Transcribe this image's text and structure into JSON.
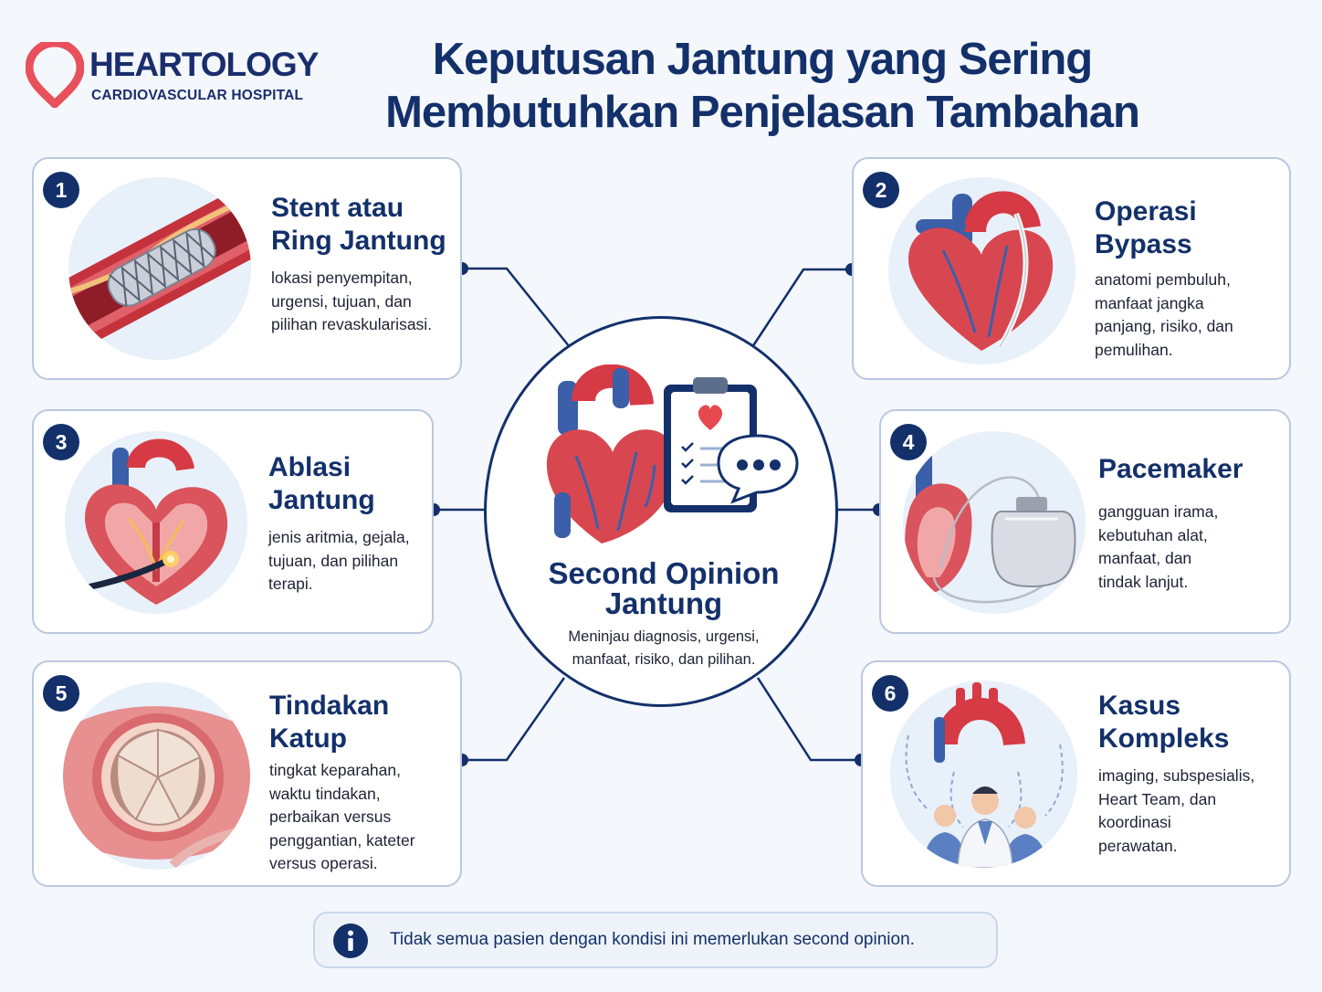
{
  "brand": {
    "name": "HEARTOLOGY",
    "subtitle": "CARDIOVASCULAR HOSPITAL",
    "accent_color": "#e8505b",
    "navy_color": "#13306a"
  },
  "title": {
    "line1": "Keputusan Jantung yang Sering",
    "line2": "Membutuhkan Penjelasan Tambahan"
  },
  "center": {
    "title_line1": "Second Opinion",
    "title_line2": "Jantung",
    "desc_line1": "Meninjau diagnosis, urgensi,",
    "desc_line2": "manfaat, risiko, dan pilihan.",
    "icons": [
      "heart-icon",
      "clipboard-icon",
      "speech-bubble-icon"
    ]
  },
  "cards": [
    {
      "number": "1",
      "title": [
        "Stent atau",
        "Ring Jantung"
      ],
      "desc": [
        "lokasi penyempitan,",
        "urgensi, tujuan, dan",
        "pilihan revaskularisasi."
      ],
      "icon": "stent-icon"
    },
    {
      "number": "2",
      "title": [
        "Operasi",
        "Bypass"
      ],
      "desc": [
        "anatomi pembuluh,",
        "manfaat jangka",
        "panjang, risiko, dan",
        "pemulihan."
      ],
      "icon": "bypass-heart-icon"
    },
    {
      "number": "3",
      "title": [
        "Ablasi",
        "Jantung"
      ],
      "desc": [
        "jenis aritmia, gejala,",
        "tujuan, dan pilihan",
        "terapi."
      ],
      "icon": "ablation-icon"
    },
    {
      "number": "4",
      "title": [
        "Pacemaker"
      ],
      "desc": [
        "gangguan irama,",
        "kebutuhan alat,",
        "manfaat, dan",
        "tindak lanjut."
      ],
      "icon": "pacemaker-icon"
    },
    {
      "number": "5",
      "title": [
        "Tindakan",
        "Katup"
      ],
      "desc": [
        "tingkat keparahan,",
        "waktu tindakan,",
        "perbaikan versus",
        "penggantian, kateter",
        "versus operasi."
      ],
      "icon": "valve-icon"
    },
    {
      "number": "6",
      "title": [
        "Kasus",
        "Kompleks"
      ],
      "desc": [
        "imaging, subspesialis,",
        "Heart Team, dan",
        "koordinasi",
        "perawatan."
      ],
      "icon": "heart-team-icon"
    }
  ],
  "note": {
    "text": "Tidak semua pasien dengan kondisi ini memerlukan second opinion.",
    "icon": "info-icon"
  }
}
